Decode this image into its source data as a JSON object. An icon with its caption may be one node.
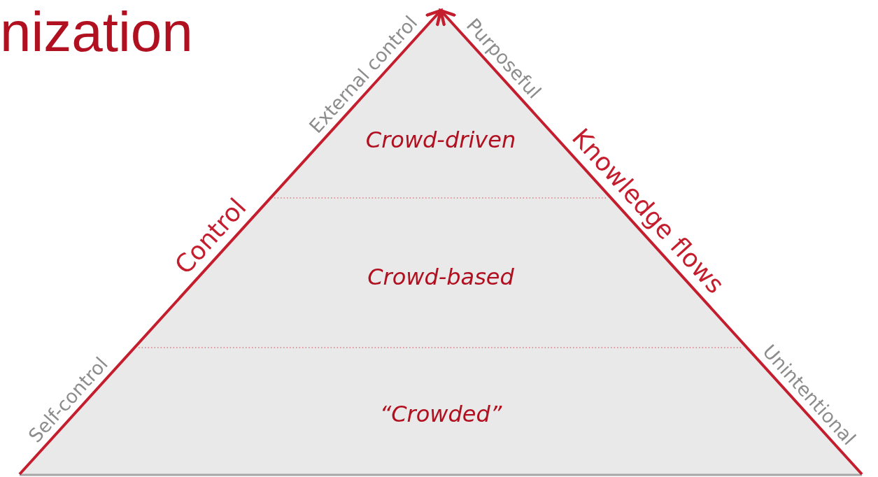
{
  "diagram": {
    "title": "nization",
    "nodes": [
      {
        "text": [],
        "shape": "triangle"
      },
      {
        "text": [
          "Crowd-driven"
        ],
        "in": 0
      },
      {
        "text": [
          "Crowd-based"
        ],
        "in": 0
      },
      {
        "text": [
          "“Crowded”"
        ],
        "in": 0
      }
    ],
    "labels": [
      "External control",
      "Control",
      "Self-control",
      "Purposeful",
      "Knowledge flows",
      "Unintentional"
    ]
  }
}
